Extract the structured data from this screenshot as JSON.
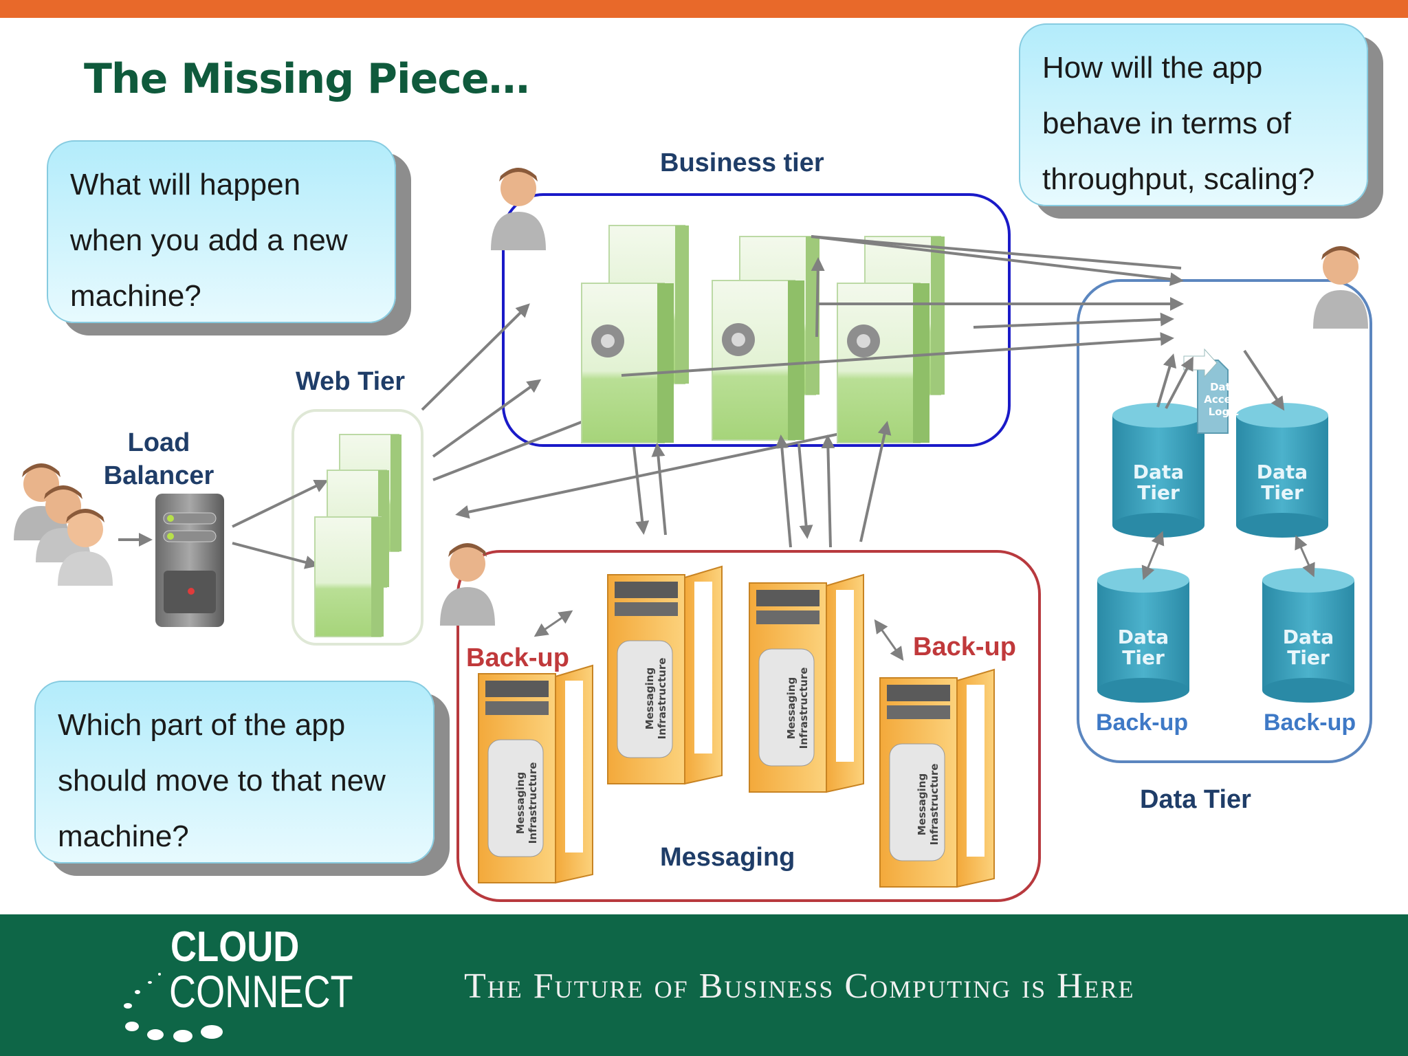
{
  "slide": {
    "title": "The Missing Piece…",
    "accent_color": "#e8692a",
    "footer_color": "#0e6647"
  },
  "bubbles": {
    "add_machine": [
      "What will happen",
      "when you add a new",
      "machine?"
    ],
    "move_part": [
      "Which part of the app",
      "should move to that new",
      "machine?"
    ],
    "throughput": [
      "How will the app",
      "behave in terms of",
      "throughput, scaling?"
    ]
  },
  "diagram": {
    "business_tier_label": "Business tier",
    "web_tier_label": "Web Tier",
    "load_balancer_label": [
      "Load",
      "Balancer"
    ],
    "messaging_label": "Messaging",
    "backup_label_left": "Back-up",
    "backup_label_right": "Back-up",
    "data_tier_label": "Data Tier",
    "data_tier_cylinder": [
      "Data",
      "Tier"
    ],
    "data_access_logic": [
      "Data",
      "Access",
      "Logic"
    ],
    "data_backup_left": "Back-up",
    "data_backup_right": "Back-up",
    "messaging_rack_text": [
      "Messaging",
      "Infrastructure"
    ]
  },
  "footer": {
    "logo_line1": "CLOUD",
    "logo_line2": "CONNECT",
    "tagline": "The Future of Business Computing is Here"
  }
}
